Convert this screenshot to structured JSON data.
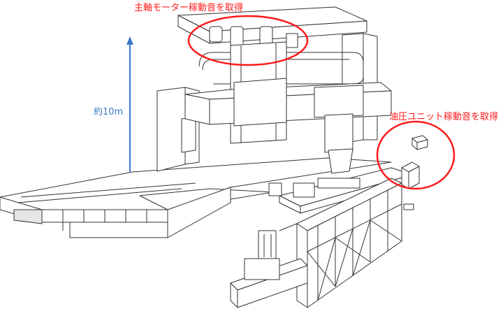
{
  "annotations": {
    "spindle_motor": "主軸モーター稼動音を取得",
    "hydraulic_unit": "油圧ユニット稼動音を取得",
    "height": "約10m"
  },
  "colors": {
    "highlight": "#ff1a1a",
    "arrow": "#3a78c8"
  }
}
